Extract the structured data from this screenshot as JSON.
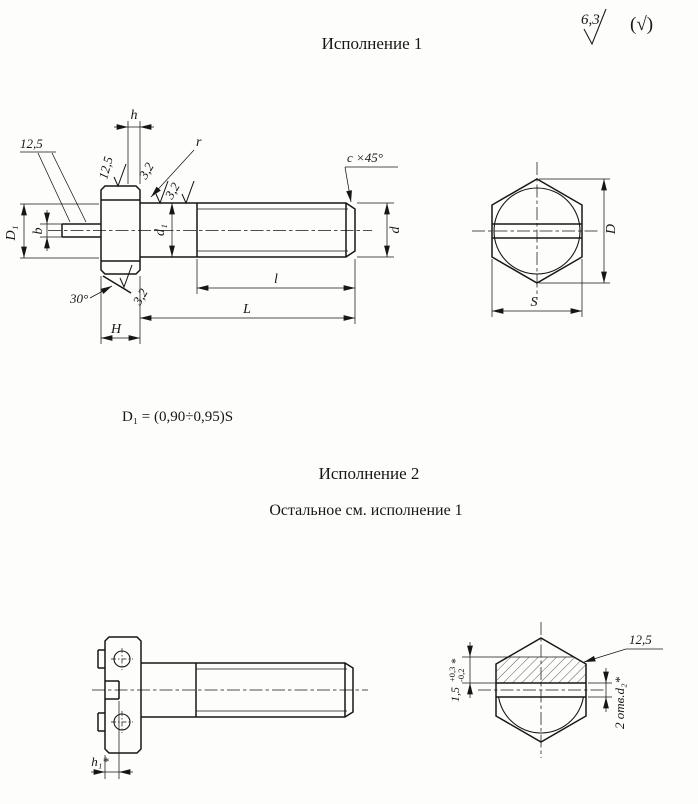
{
  "surface_note": {
    "value": "6,3",
    "other": "(√)"
  },
  "section1": {
    "title": "Исполнение 1",
    "formula": "D₁ = (0,90÷0,95)S",
    "side": {
      "rough_slot": "12,5",
      "rough_top": "12,5",
      "rough_fillet": "3,2",
      "rough_shank": "3,2",
      "rough_seat": "3,2",
      "fillet_radius": "r",
      "dim_h": "h",
      "chamfer_note": "c ×45°",
      "dim_D1": "D₁",
      "dim_b": "b",
      "dim_d1": "d₁",
      "dim_d": "d",
      "dim_l": "l",
      "dim_L": "L",
      "dim_H": "H",
      "angle_note": "30°"
    },
    "end": {
      "dim_D": "D",
      "dim_S": "S"
    }
  },
  "section2": {
    "title": "Исполнение 2",
    "note": "Остальное см. исполнение 1",
    "side": {
      "dim_h1": "h₁*"
    },
    "end": {
      "slot_depth": "1,5",
      "tol_upper": "+0,3",
      "tol_lower": "-0,2",
      "ref_mark": "*",
      "holes_note": "2 отв.d₂*",
      "rough": "12,5"
    }
  }
}
